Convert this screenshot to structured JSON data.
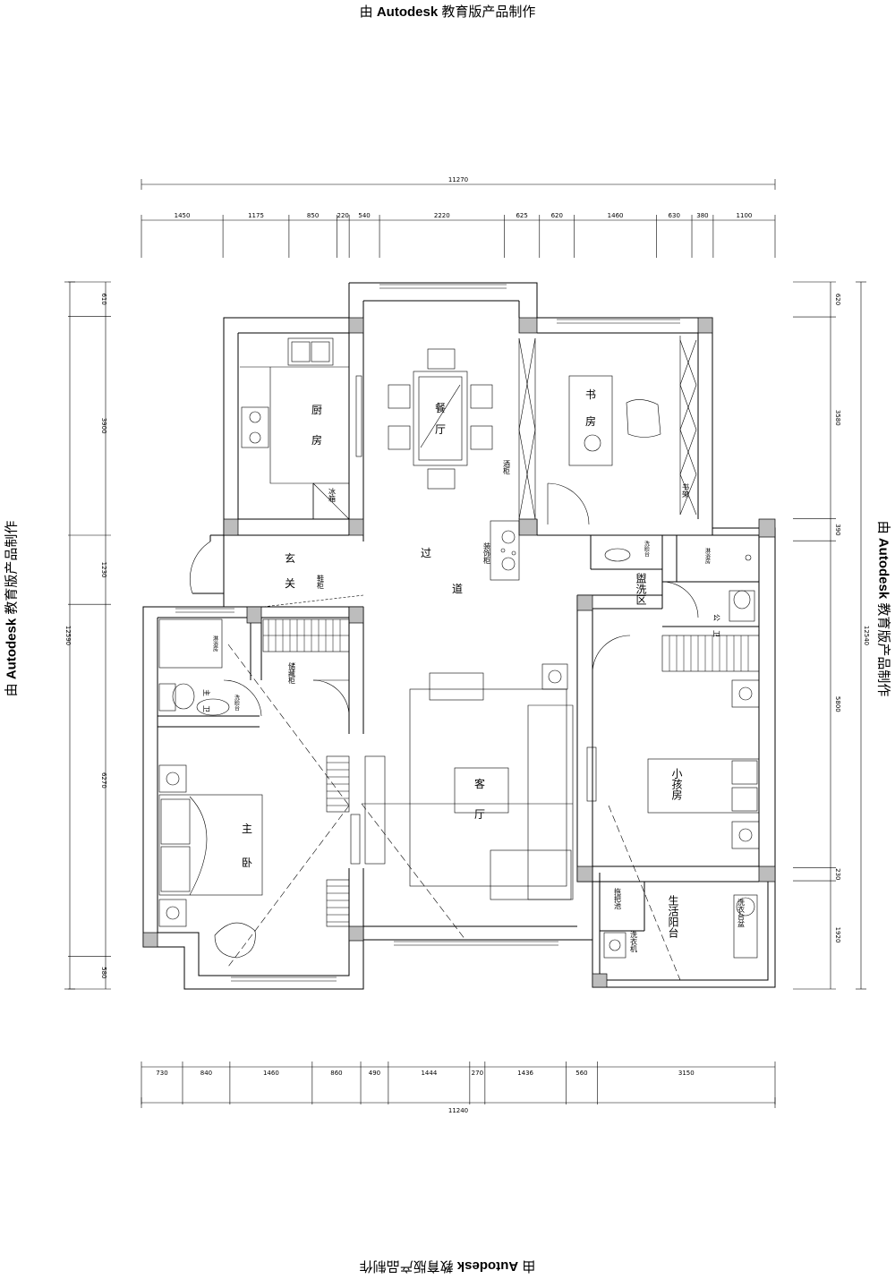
{
  "watermark": {
    "prefix": "由 ",
    "brand": "Autodesk",
    "suffix": " 教育版产品制作"
  },
  "rooms": {
    "kitchen": [
      "厨",
      "房"
    ],
    "dining": [
      "餐",
      "厅"
    ],
    "study": [
      "书",
      "房"
    ],
    "entrance": [
      "玄",
      "关"
    ],
    "corridor": [
      "过",
      "道"
    ],
    "washing": "盥洗区",
    "public_wc": [
      "公",
      "卫"
    ],
    "master_wc": [
      "主",
      "卫"
    ],
    "living": [
      "客",
      "厅"
    ],
    "kids_room": "小孩房",
    "master_bedroom": [
      "主",
      "卧"
    ],
    "service_balcony": "生活阳台"
  },
  "fixtures": {
    "fridge": "冰箱",
    "wine_cabinet": "酒柜",
    "bookshelf": "书架",
    "decor_cabinet": "装饰柜",
    "shoe_cabinet": "鞋柜",
    "storage_cabinet": "储藏柜",
    "basin_public": "洗脸台",
    "shower_public": "淋浴房",
    "shower_master": "淋浴房",
    "basin_master": "洗脸台",
    "mop_pool": "拖把池",
    "washer": "洗衣机",
    "laundry_tub": "洗衣台盆"
  },
  "dimensions": {
    "top_total": "11270",
    "top": [
      "1450",
      "1175",
      "850",
      "220",
      "540",
      "2220",
      "625",
      "620",
      "1460",
      "630",
      "380",
      "1100"
    ],
    "bottom": [
      "730",
      "840",
      "1460",
      "860",
      "490",
      "1444",
      "270",
      "1436",
      "560",
      "3150"
    ],
    "bottom_total": "11240",
    "left": [
      "610",
      "3900",
      "1230",
      "6270",
      "580"
    ],
    "left_total": "12590",
    "right": [
      "620",
      "3580",
      "390",
      "5800",
      "230",
      "1920"
    ],
    "right_total": "12540"
  }
}
